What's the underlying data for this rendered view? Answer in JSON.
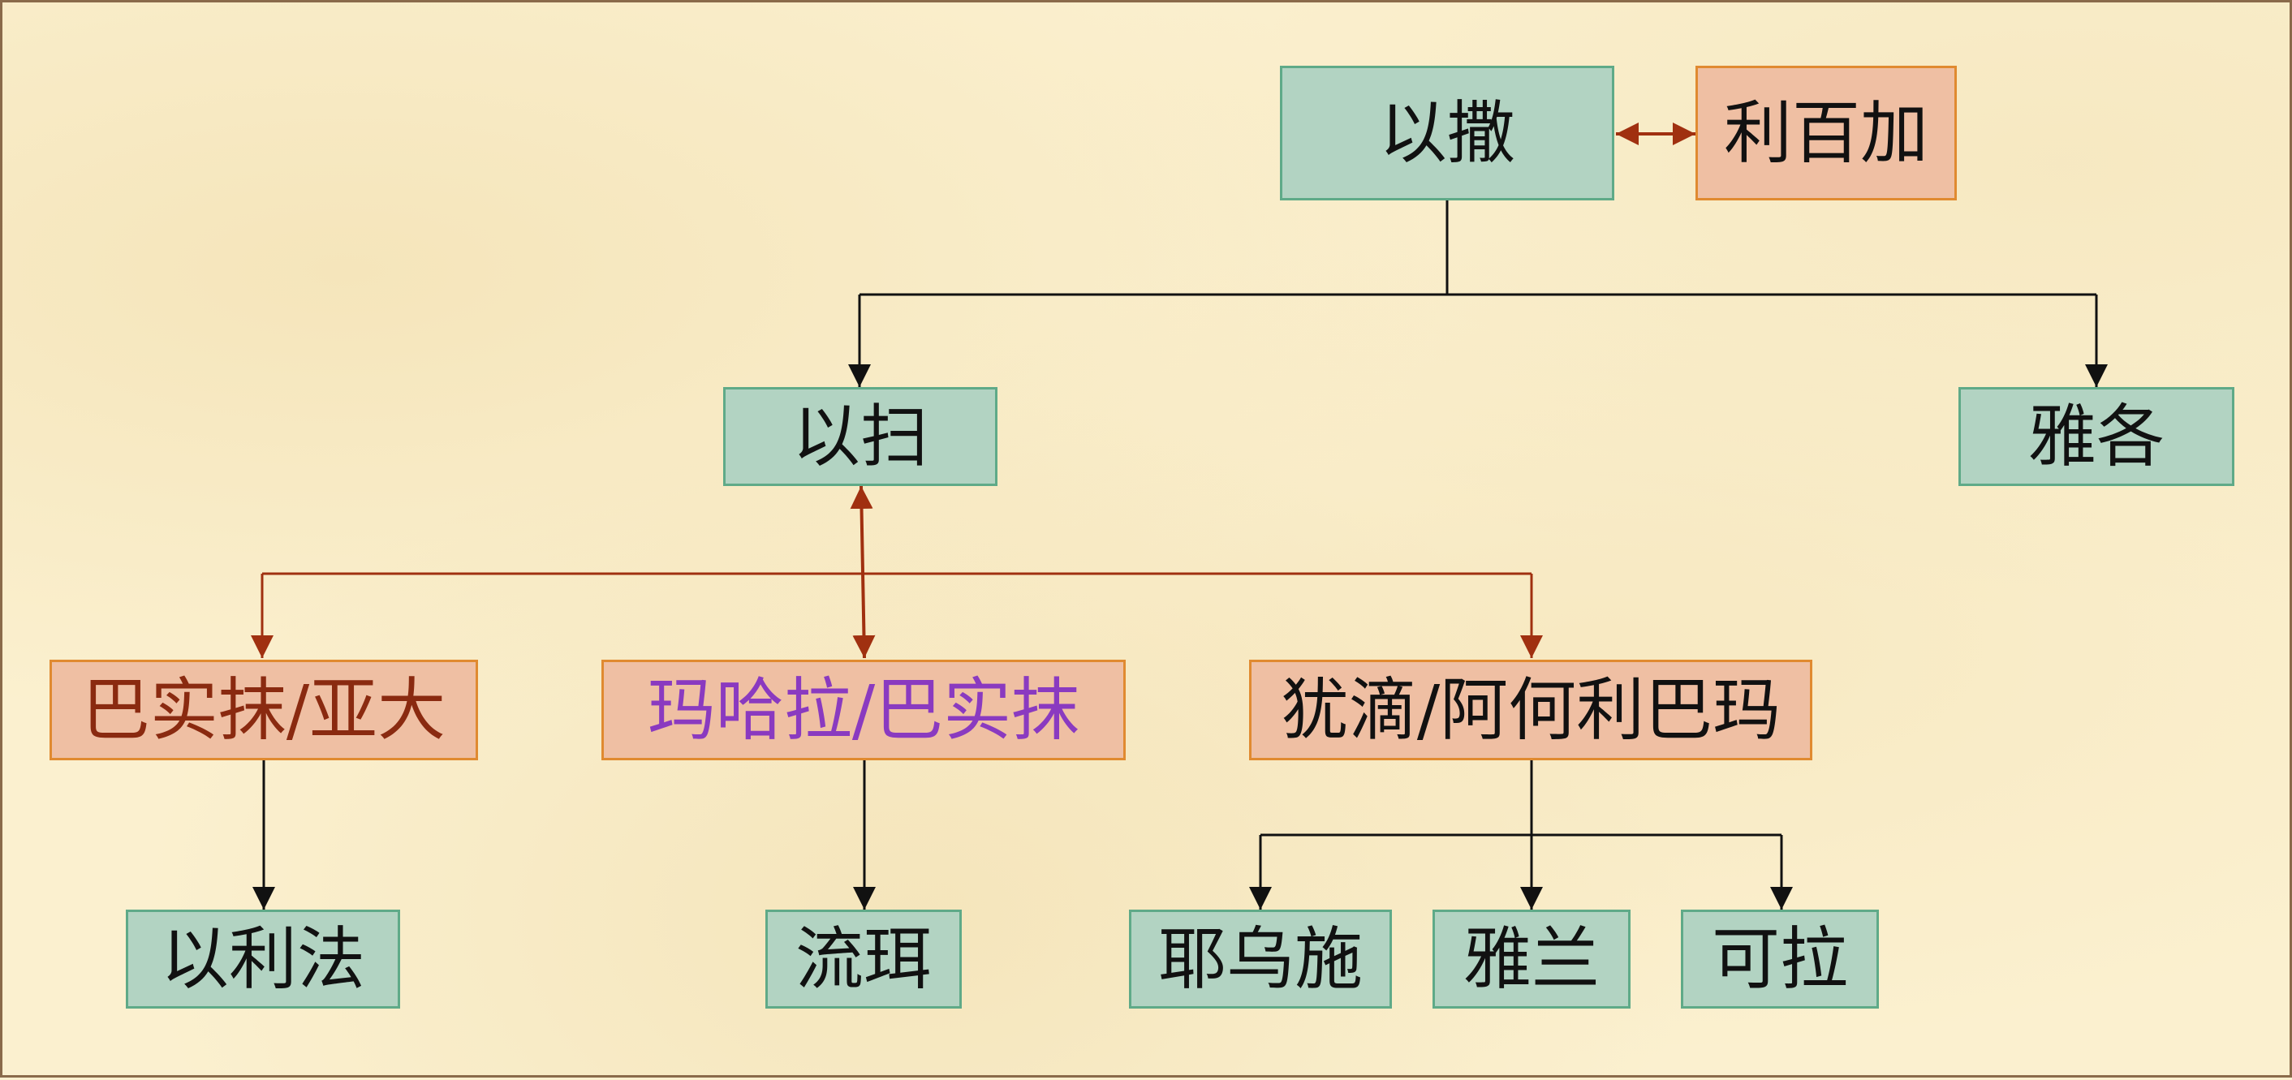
{
  "colors": {
    "green_fill": "#b2d3c2",
    "green_border": "#5faa88",
    "peach_fill": "#efbfa3",
    "peach_border": "#e08a30",
    "line_black": "#111111",
    "line_red": "#a03010",
    "text_red": "#8a2a10",
    "text_purple": "#8a3ac0"
  },
  "nodes": {
    "isaac": "以撒",
    "rebekah": "利百加",
    "esau": "以扫",
    "jacob": "雅各",
    "basemath_adah": "巴实抹/亚大",
    "mahalath_basemath": "玛哈拉/巴实抹",
    "judith_oholibamah": "犹滴/阿何利巴玛",
    "eliphaz": "以利法",
    "reuel": "流珥",
    "jeush": "耶乌施",
    "jalam": "雅兰",
    "korah": "可拉"
  }
}
